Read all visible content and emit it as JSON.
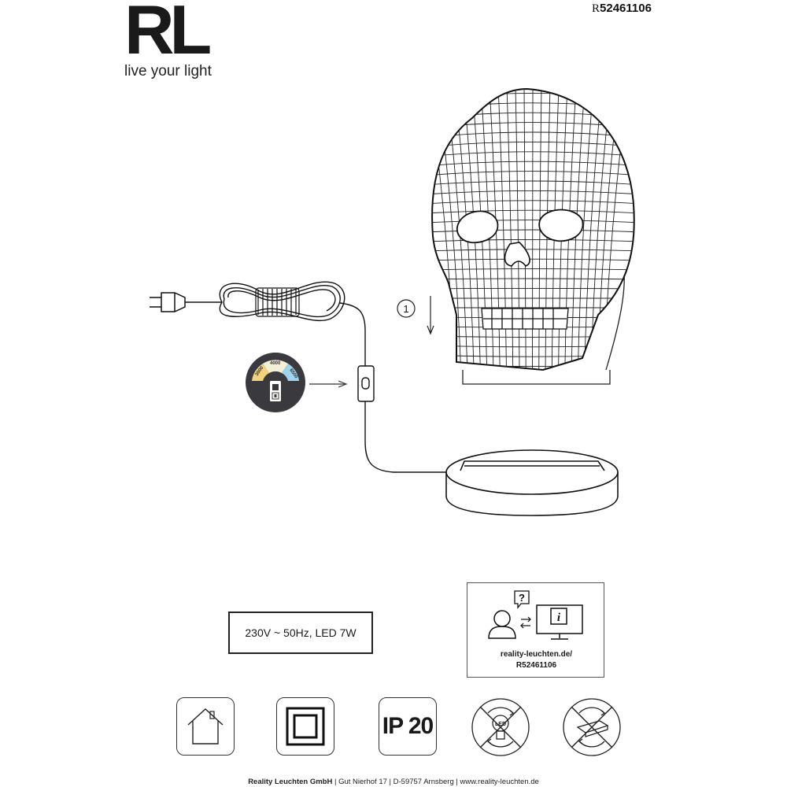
{
  "header": {
    "logo_mark": "RL",
    "logo_tagline": "live your light",
    "article_prefix": "R",
    "article_number": "52461106"
  },
  "assembly": {
    "step_number": "1"
  },
  "switch_badge": {
    "temps": [
      "3000",
      "4000",
      "6500"
    ]
  },
  "spec": {
    "text": "230V ~ 50Hz, LED 7W"
  },
  "info_box": {
    "url_line1": "reality-leuchten.de/",
    "url_line2": "R52461106"
  },
  "symbols": {
    "ip_rating": "IP 20",
    "led_label": "LED"
  },
  "footer": {
    "company": "Reality Leuchten GmbH",
    "address": " | Gut Nierhof 17 | D-59757 Arnsberg | www.reality-leuchten.de"
  },
  "colors": {
    "ink": "#1a1a1a",
    "badge_bg": "#3a3a3e",
    "temp_warm": "#f2d27a",
    "temp_neutral": "#f4f0d8",
    "temp_cool": "#9fd3ee"
  }
}
